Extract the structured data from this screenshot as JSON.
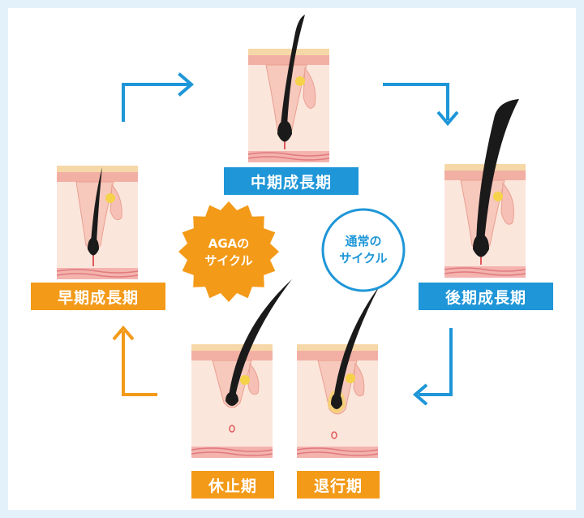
{
  "phases": {
    "early_growth": "早期成長期",
    "mid_growth": "中期成長期",
    "late_growth": "後期成長期",
    "regression": "退行期",
    "resting": "休止期"
  },
  "badges": {
    "aga": "AGAの\nサイクル",
    "normal": "通常の\nサイクル"
  },
  "colors": {
    "normal_cycle": "#1e96d8",
    "aga_cycle": "#f39a18",
    "skin_top": "#f6d8a8",
    "skin": "#f9dccf",
    "dermis": "#f2a8a0",
    "hair": "#1a1a1a",
    "gland": "#f5d24a"
  }
}
